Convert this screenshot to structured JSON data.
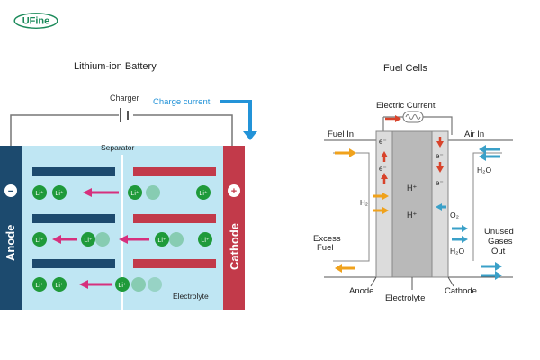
{
  "brand": {
    "name": "UFine",
    "color_primary": "#1b8a5a",
    "color_accent": "#2aa36a"
  },
  "lithium": {
    "title": "Lithium-ion Battery",
    "charger_label": "Charger",
    "charge_current_label": "Charge current",
    "separator_label": "Separator",
    "anode_label": "Anode",
    "cathode_label": "Cathode",
    "anode_sign": "−",
    "cathode_sign": "+",
    "electrolyte_label": "Electrolyte",
    "ion_label": "Li⁺",
    "colors": {
      "anode": "#1c4a6e",
      "cathode": "#c23a4a",
      "electrolyte": "#bfe6f3",
      "ion": "#1f9a3a",
      "arrow": "#d6307d",
      "charge": "#2393d8"
    }
  },
  "fuel": {
    "title": "Fuel Cells",
    "electric_current_label": "Electric Current",
    "fuel_in_label": "Fuel In",
    "air_in_label": "Air In",
    "excess_fuel_line1": "Excess",
    "excess_fuel_line2": "Fuel",
    "unused_gases_line1": "Unused",
    "unused_gases_line2": "Gases",
    "unused_gases_line3": "Out",
    "h2_label": "H₂",
    "o2_label": "O₂",
    "h2o_top_label": "H₂O",
    "h2o_bottom_label": "H₂O",
    "h_plus_label": "H⁺",
    "electron_label": "e⁻",
    "anode_label": "Anode",
    "electrolyte_label": "Electrolyte",
    "cathode_label": "Cathode",
    "colors": {
      "electrolyte": "#b9b9b9",
      "electrode": "#dcdcdc",
      "electron_arrow": "#d8432b",
      "fuel_arrow": "#f0a21c",
      "air_arrow": "#3aa0c8"
    }
  }
}
